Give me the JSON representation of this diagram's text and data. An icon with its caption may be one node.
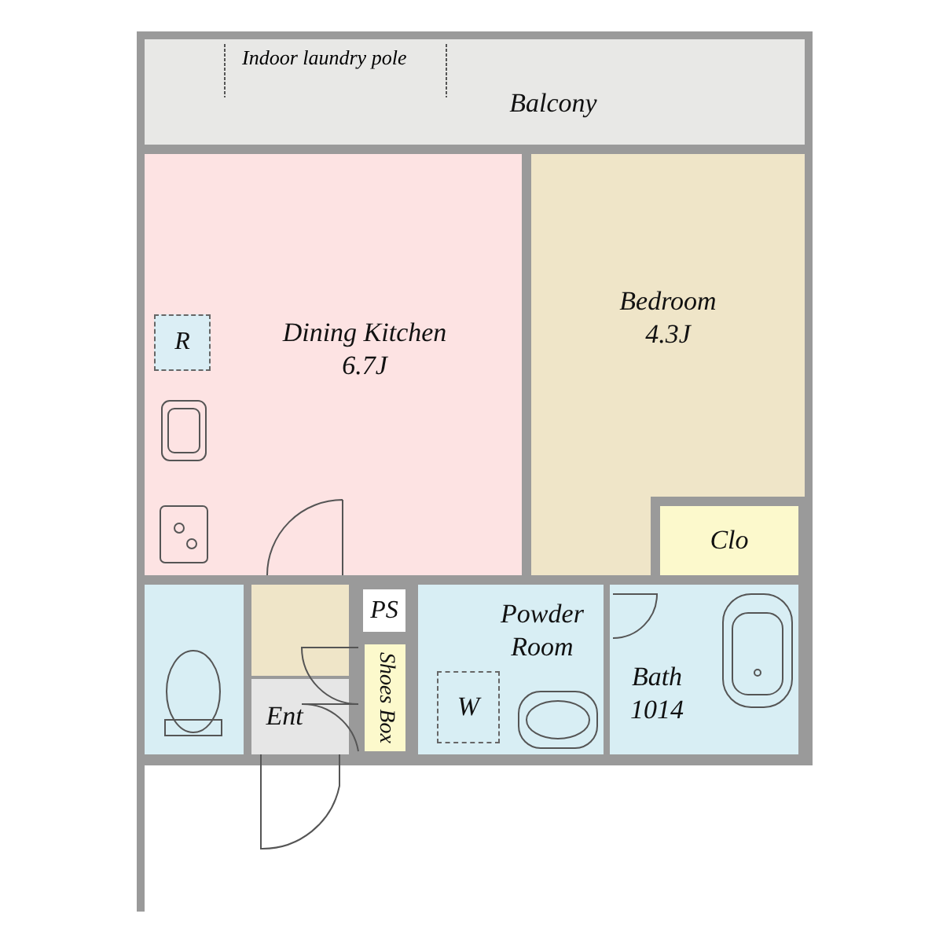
{
  "diagram": {
    "nodes": [
      {
        "text": [
          "Balcony"
        ]
      },
      {
        "text": [
          "Dining Kitchen",
          "6.7J"
        ]
      },
      {
        "text": [
          "R"
        ],
        "in": 1
      },
      {
        "text": [
          "Bedroom",
          "4.3J"
        ]
      },
      {
        "text": [
          "Clo"
        ]
      },
      {
        "text": [
          "PS"
        ]
      },
      {
        "text": [
          "Powder Room"
        ]
      },
      {
        "text": [
          "W"
        ],
        "in": 6
      },
      {
        "text": [
          "Bath",
          "1014"
        ]
      },
      {
        "text": [
          "Ent"
        ]
      },
      {
        "text": [
          "Shoes Box"
        ]
      }
    ],
    "edges": [],
    "labels": [
      "Indoor laundry pole"
    ]
  }
}
